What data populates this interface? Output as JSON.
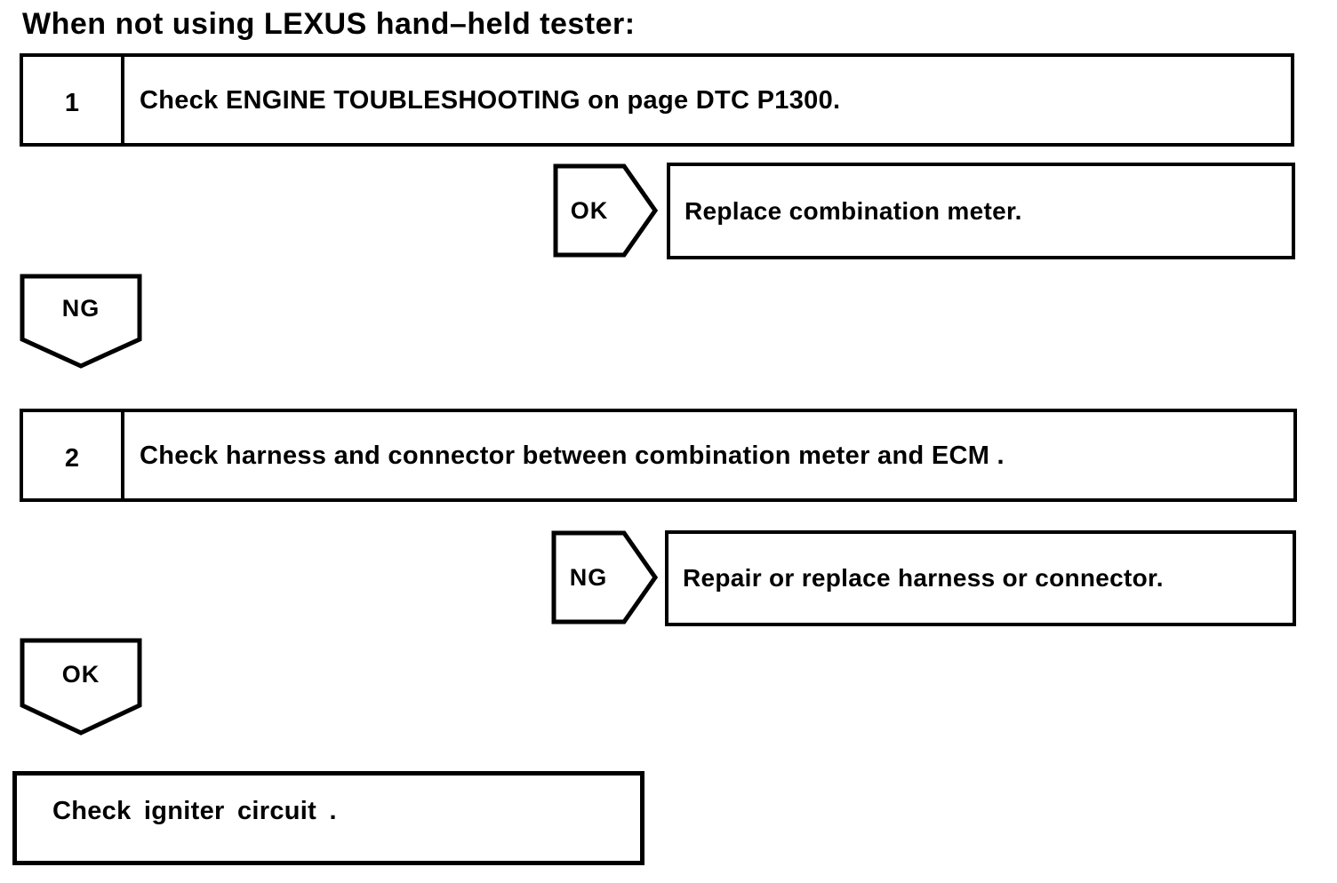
{
  "title": "When not using LEXUS hand–held tester:",
  "step1": {
    "number": "1",
    "instruction": "Check ENGINE TOUBLESHOOTING on page DTC P1300."
  },
  "branch1": {
    "label": "OK",
    "result": "Replace combination meter."
  },
  "down1": {
    "label": "NG"
  },
  "step2": {
    "number": "2",
    "instruction": "Check harness and connector between combination meter and ECM ."
  },
  "branch2": {
    "label": "NG",
    "result": "Repair or replace harness or connector."
  },
  "down2": {
    "label": "OK"
  },
  "final_box": {
    "instruction": "Check igniter circuit ."
  },
  "colors": {
    "ink": "#000000",
    "paper": "#ffffff"
  }
}
